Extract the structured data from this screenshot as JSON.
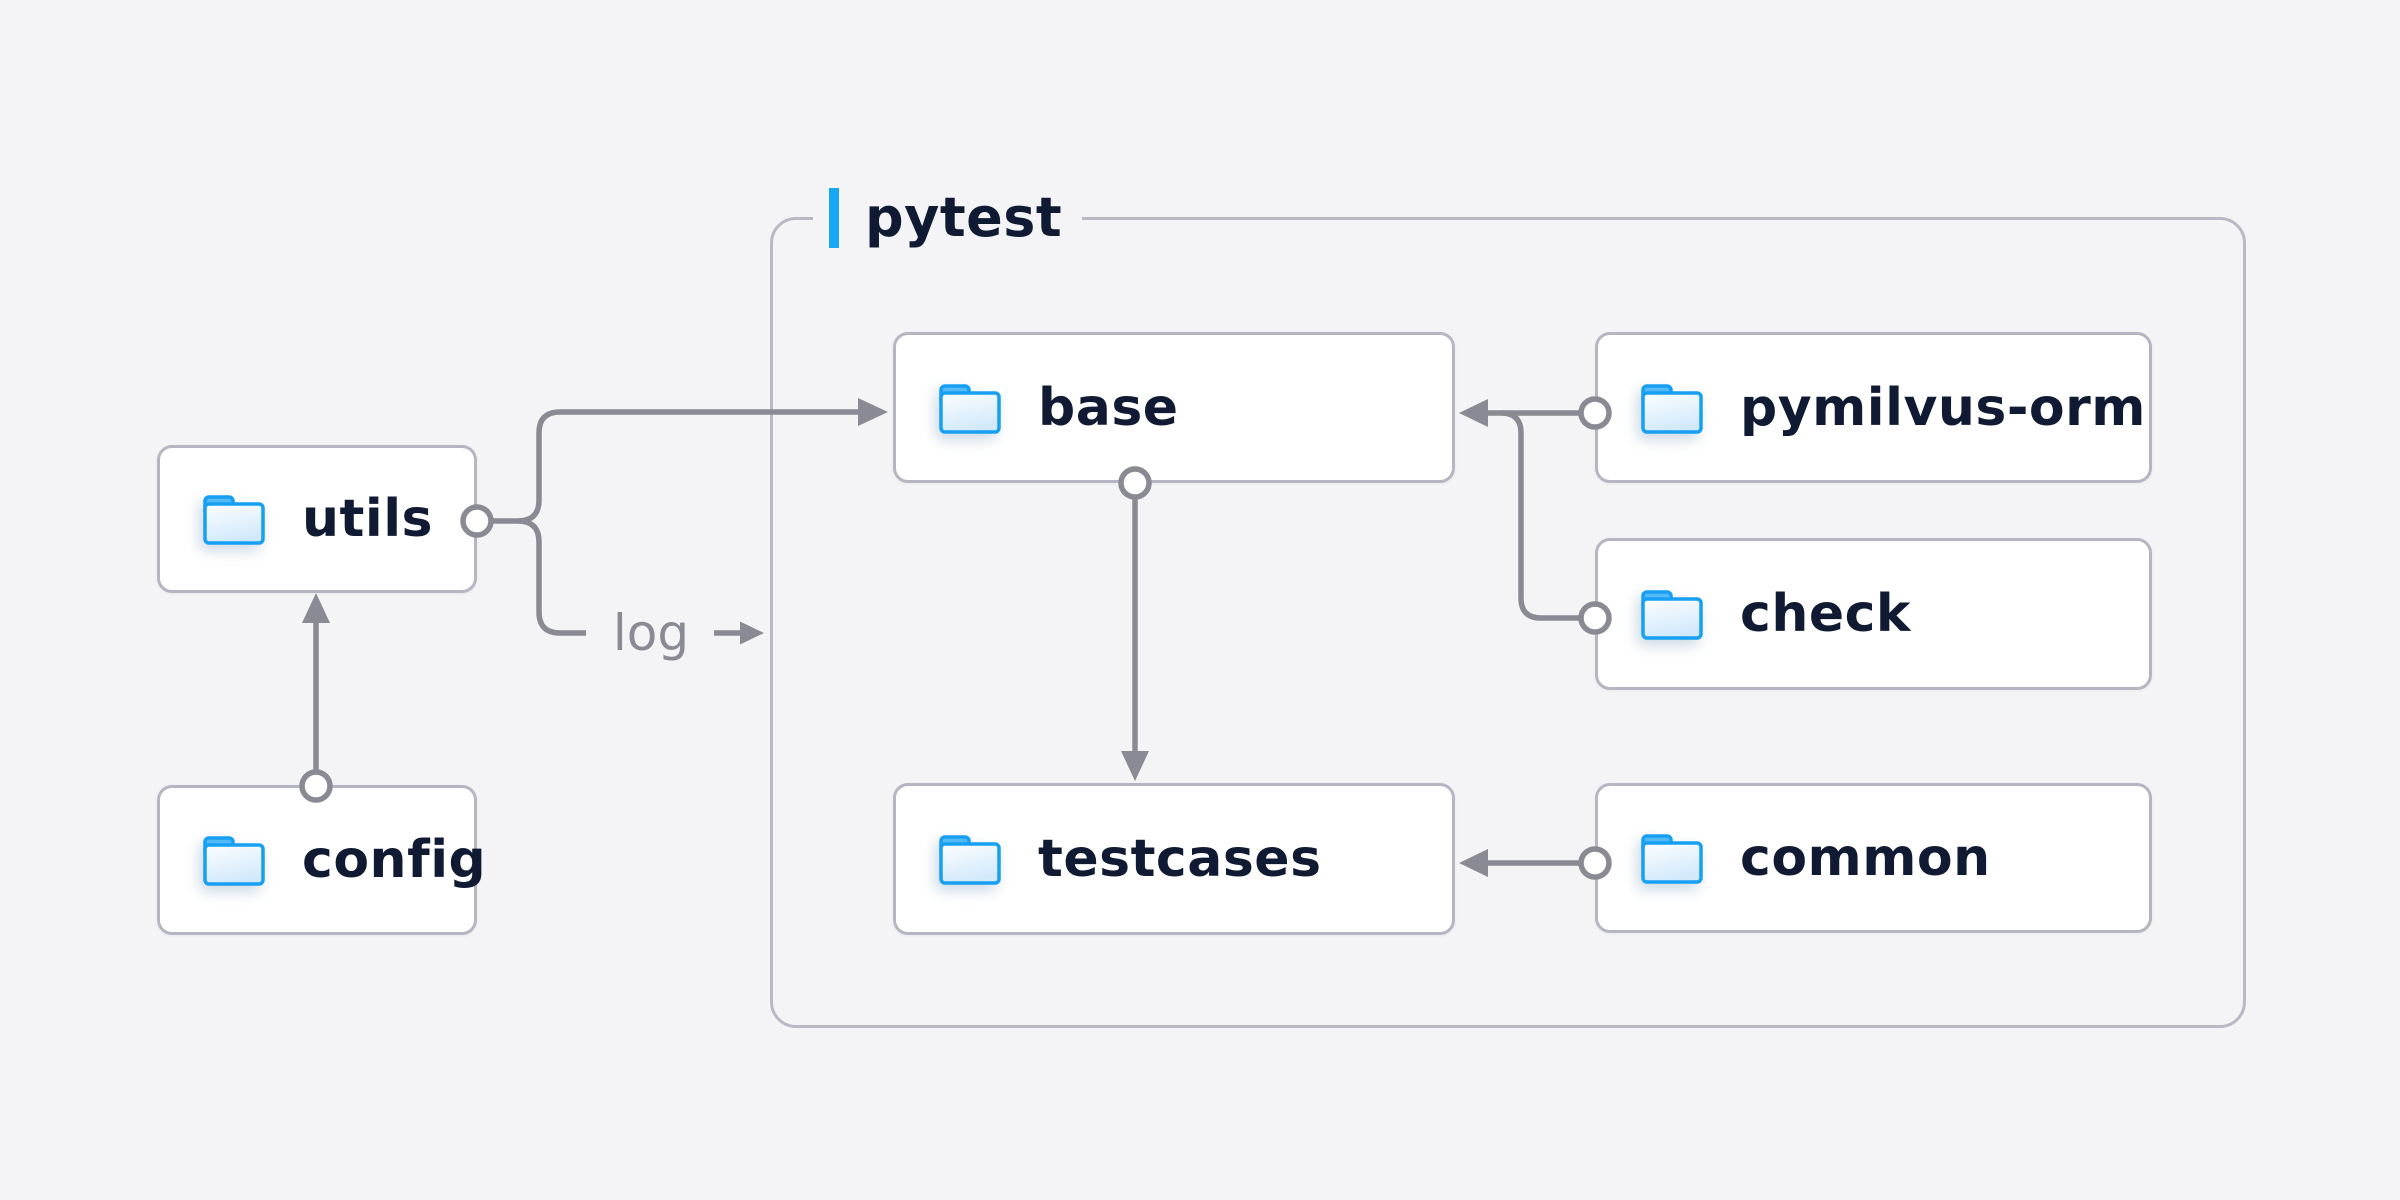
{
  "theme": {
    "background": "#f4f4f6",
    "node_fill": "#ffffff",
    "node_border": "#b6b6c2",
    "group_border": "#b9b9c5",
    "connector_color": "#8a8a94",
    "label_color": "#101b33",
    "muted_label_color": "#8a8a94",
    "accent_blue": "#18a8f3",
    "folder_blue": "#17a0f3"
  },
  "group": {
    "label": "pytest"
  },
  "nodes": {
    "utils": {
      "label": "utils",
      "icon": "folder-icon"
    },
    "config": {
      "label": "config",
      "icon": "folder-icon"
    },
    "base": {
      "label": "base",
      "icon": "folder-icon"
    },
    "pymilvus_orm": {
      "label": "pymilvus-orm",
      "icon": "folder-icon"
    },
    "check": {
      "label": "check",
      "icon": "folder-icon"
    },
    "testcases": {
      "label": "testcases",
      "icon": "folder-icon"
    },
    "common": {
      "label": "common",
      "icon": "folder-icon"
    }
  },
  "edge_labels": {
    "log": "log"
  },
  "edges": [
    {
      "from": "config",
      "to": "utils",
      "style": "arrow"
    },
    {
      "from": "utils",
      "to": "base",
      "style": "arrow"
    },
    {
      "from": "utils",
      "to": "pytest",
      "style": "arrow",
      "label": "log"
    },
    {
      "from": "pymilvus-orm",
      "to": "base",
      "style": "arrow"
    },
    {
      "from": "check",
      "to": "base",
      "style": "arrow"
    },
    {
      "from": "base",
      "to": "testcases",
      "style": "arrow"
    },
    {
      "from": "common",
      "to": "testcases",
      "style": "arrow"
    }
  ]
}
